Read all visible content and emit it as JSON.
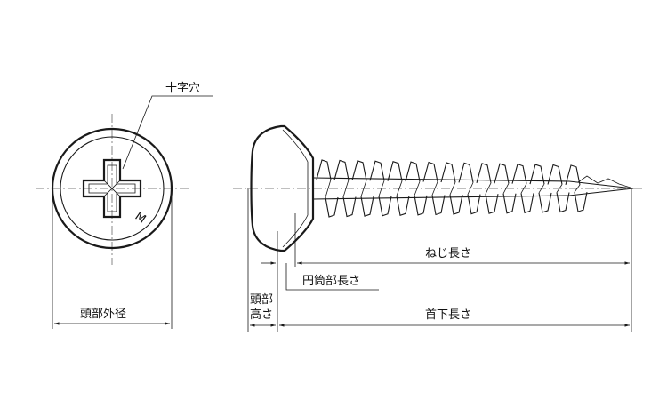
{
  "labels": {
    "cross_recess": "十字穴",
    "head_diameter": "頭部外径",
    "head_height_line1": "頭部",
    "head_height_line2": "高さ",
    "cylinder_length": "円筒部長さ",
    "thread_length": "ねじ長さ",
    "under_head_length": "首下長さ",
    "head_mark": "M"
  }
}
